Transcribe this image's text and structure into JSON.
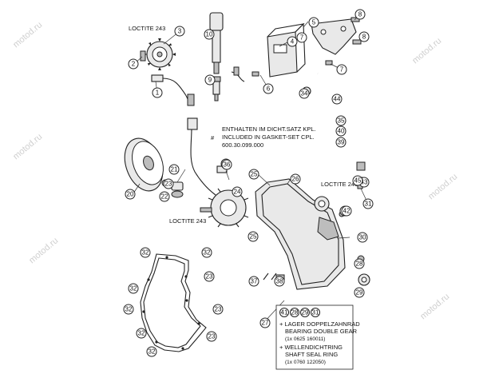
{
  "watermark": {
    "text": "motod.ru"
  },
  "notes": {
    "loctite_top": "LOCTITE 243",
    "loctite_mid": "LOCTITE 243",
    "loctite_right": "LOCTITE 243",
    "gasket_hash": "#",
    "gasket_line1": "ENTHALTEN IM DICHT.SATZ KPL.",
    "gasket_line2": "INCLUDED IN GASKET-SET CPL.",
    "gasket_line3": "600.30.099.000"
  },
  "legend": {
    "callouts": [
      "41",
      "28",
      "29",
      "31"
    ],
    "line1": "+ LAGER DOPPELZAHNRAD",
    "line2": "BEARING DOUBLE GEAR",
    "line3": "(1x 0625 160011)",
    "line4": "+ WELLENDICHTRING",
    "line5": "SHAFT SEAL RING",
    "line6": "(1x 0760 122050)",
    "item": "27"
  },
  "callouts": [
    {
      "id": "c1",
      "label": "1"
    },
    {
      "id": "c2",
      "label": "2"
    },
    {
      "id": "c3",
      "label": "3"
    },
    {
      "id": "c4",
      "label": "4"
    },
    {
      "id": "c5",
      "label": "5"
    },
    {
      "id": "c6",
      "label": "6"
    },
    {
      "id": "c7a",
      "label": "7"
    },
    {
      "id": "c7b",
      "label": "7"
    },
    {
      "id": "c8a",
      "label": "8"
    },
    {
      "id": "c8b",
      "label": "8"
    },
    {
      "id": "c9",
      "label": "9"
    },
    {
      "id": "c10",
      "label": "10"
    },
    {
      "id": "c20",
      "label": "20"
    },
    {
      "id": "c21",
      "label": "21"
    },
    {
      "id": "c22",
      "label": "22"
    },
    {
      "id": "c23",
      "label": "23"
    },
    {
      "id": "c24",
      "label": "24"
    },
    {
      "id": "c25a",
      "label": "25"
    },
    {
      "id": "c25b",
      "label": "25"
    },
    {
      "id": "c26",
      "label": "26"
    },
    {
      "id": "c28",
      "label": "28"
    },
    {
      "id": "c29",
      "label": "29"
    },
    {
      "id": "c30a",
      "label": "30"
    },
    {
      "id": "c30b",
      "label": "30"
    },
    {
      "id": "c31",
      "label": "31"
    },
    {
      "id": "c32a",
      "label": "32"
    },
    {
      "id": "c32b",
      "label": "32"
    },
    {
      "id": "c32c",
      "label": "32"
    },
    {
      "id": "c32d",
      "label": "32"
    },
    {
      "id": "c32e",
      "label": "32"
    },
    {
      "id": "c32f",
      "label": "32"
    },
    {
      "id": "c23b",
      "label": "23"
    },
    {
      "id": "c23c",
      "label": "23"
    },
    {
      "id": "c23d",
      "label": "23"
    },
    {
      "id": "c33",
      "label": "33"
    },
    {
      "id": "c34",
      "label": "34"
    },
    {
      "id": "c35",
      "label": "35"
    },
    {
      "id": "c36",
      "label": "36"
    },
    {
      "id": "c37",
      "label": "37"
    },
    {
      "id": "c38",
      "label": "38"
    },
    {
      "id": "c39",
      "label": "39"
    },
    {
      "id": "c40",
      "label": "40"
    },
    {
      "id": "c42",
      "label": "42"
    },
    {
      "id": "c43",
      "label": "43"
    },
    {
      "id": "c44",
      "label": "44"
    },
    {
      "id": "c45",
      "label": "45"
    }
  ]
}
